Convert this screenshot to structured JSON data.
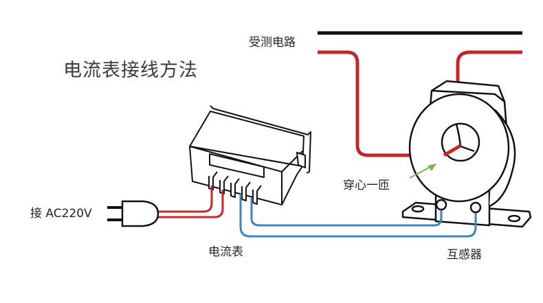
{
  "title": "电流表接线方法",
  "labels": {
    "measured_circuit": "受测电路",
    "power_supply": "接 AC220V",
    "ammeter": "电流表",
    "single_turn": "穿心一匝",
    "current_transformer": "互感器"
  },
  "colors": {
    "live_wire": "#c0282b",
    "signal_wire": "#3a86c0",
    "neutral_line": "#111111",
    "arrow": "#7ab648",
    "outline": "#111111"
  },
  "components": [
    {
      "name": "ammeter",
      "terminals": 5
    },
    {
      "name": "current-transformer",
      "type": "through-core",
      "turns": 1
    },
    {
      "name": "power-plug"
    }
  ]
}
